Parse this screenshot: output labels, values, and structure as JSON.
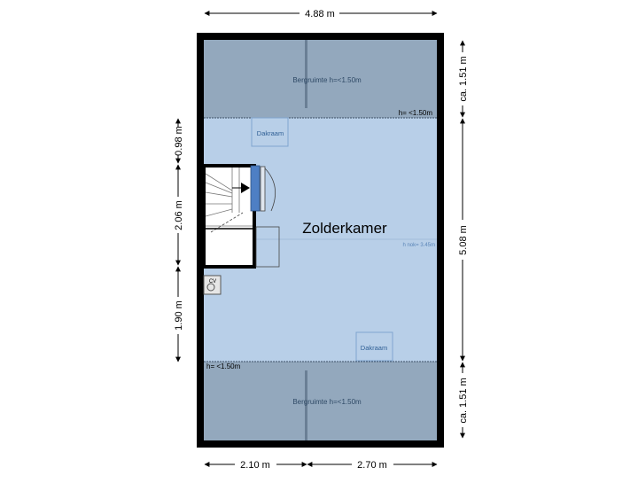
{
  "floorplan": {
    "room_name": "Zolderkamer",
    "storage_top_label": "Bergruimte h=<1.50m",
    "storage_bottom_label": "Bergruimte h=<1.50m",
    "height_line_top": "h= <1.50m",
    "height_line_bottom": "h= <1.50m",
    "ridge_height": "h nok= 3.45m",
    "skylight_top": "Dakraam",
    "skylight_bottom": "Dakraam",
    "boiler_label": "CV"
  },
  "dimensions": {
    "top_width": "4.88 m",
    "bottom_left": "2.10 m",
    "bottom_right": "2.70 m",
    "left_upper": "0.98 m",
    "left_middle": "2.06 m",
    "left_lower": "1.90 m",
    "right_upper": "ca. 1.51 m",
    "right_middle": "5.08 m",
    "right_lower": "ca. 1.51 m"
  },
  "colors": {
    "room_fill": "#b8cfe8",
    "storage_fill": "#93a8bd",
    "wall": "#000000",
    "stair_accent": "#4e7fc4",
    "label_blue": "#2f5f95"
  }
}
